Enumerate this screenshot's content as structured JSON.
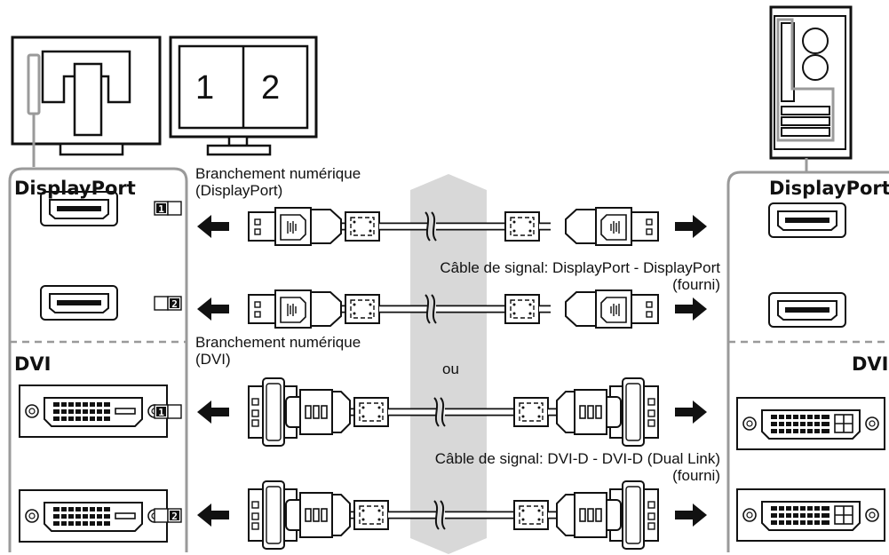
{
  "left_panel": {
    "heading_top": "DisplayPort",
    "heading_bottom": "DVI"
  },
  "right_panel": {
    "heading_top": "DisplayPort",
    "heading_bottom": "DVI"
  },
  "monitor": {
    "screen_left": "1",
    "screen_right": "2"
  },
  "displayport_group": {
    "title_line1": "Branchement numérique",
    "title_line2": "(DisplayPort)",
    "cable_line1": "Câble de signal: DisplayPort - DisplayPort",
    "cable_line2": "(fourni)"
  },
  "separator": {
    "label": "ou"
  },
  "dvi_group": {
    "title_line1": "Branchement numérique",
    "title_line2": "(DVI)",
    "cable_line1": "Câble de signal: DVI-D - DVI-D (Dual Link)",
    "cable_line2": "(fourni)"
  },
  "input_badges": [
    "1",
    "2",
    "1",
    "2"
  ],
  "colors": {
    "line": "#111111",
    "panel_border": "#9a9a9a",
    "flow_arrow": "#d8d8d8"
  }
}
